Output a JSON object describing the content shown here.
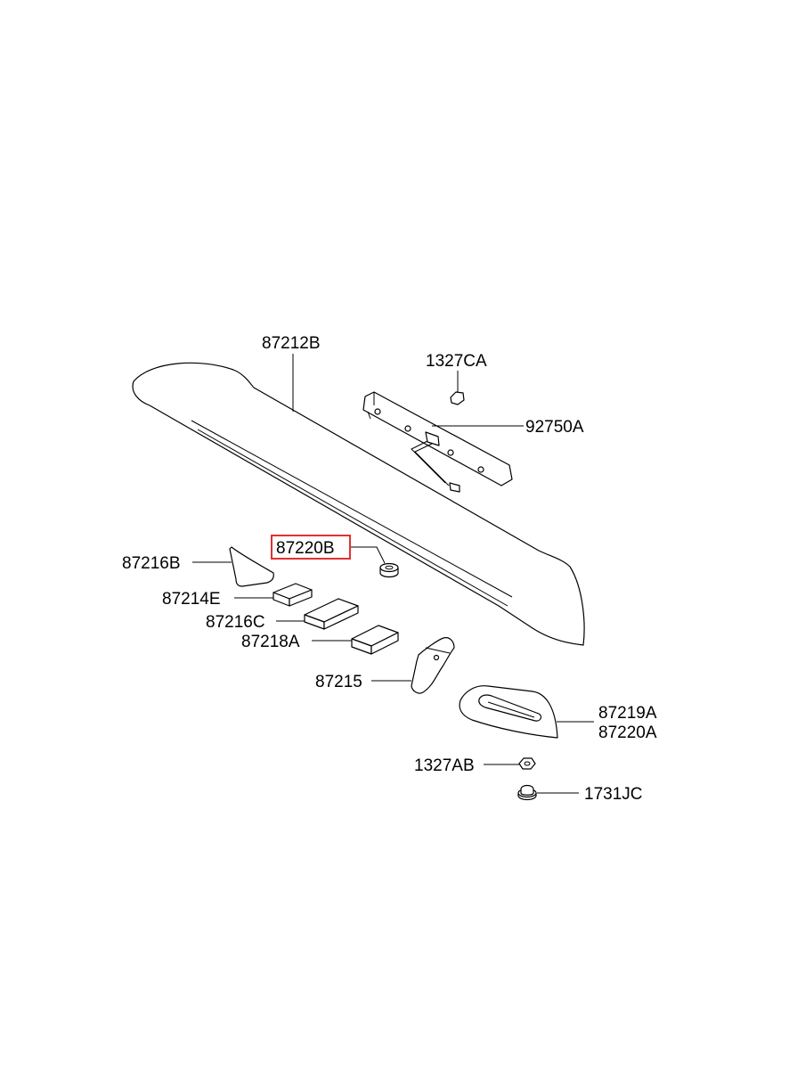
{
  "colors": {
    "highlight": "#e03030",
    "line": "#000000",
    "background": "#ffffff"
  },
  "labels": {
    "spoiler": "87212B",
    "nut_top": "1327CA",
    "stop_lamp": "92750A",
    "highlighted": "87220B",
    "pad_triangle": "87216B",
    "pad_small": "87214E",
    "pad_medium": "87216C",
    "pad_large": "87218A",
    "bracket": "87215",
    "plate_lh": "87219A",
    "plate_rh": "87220A",
    "nut_bottom": "1327AB",
    "grommet": "1731JC"
  }
}
